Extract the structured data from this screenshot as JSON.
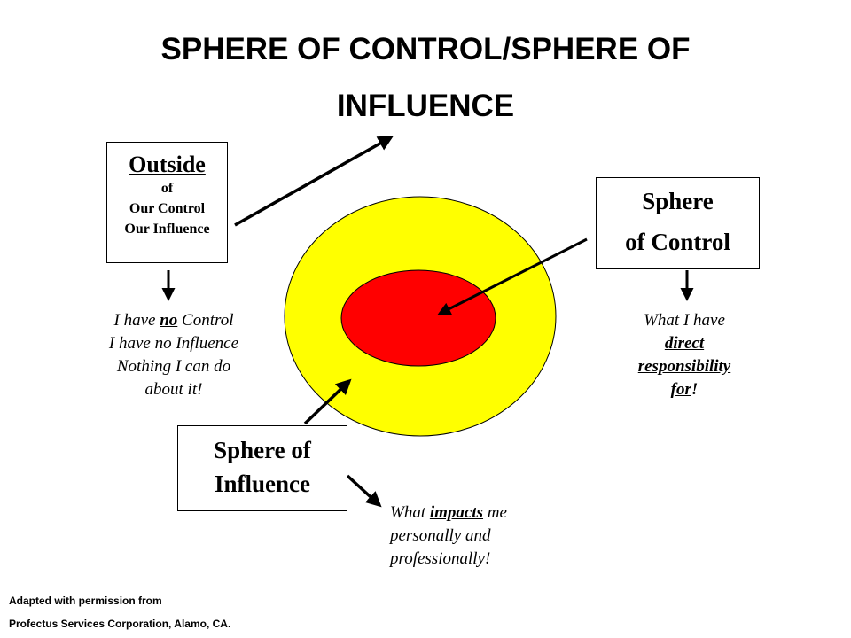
{
  "title": {
    "line1": "SPHERE OF CONTROL/SPHERE OF",
    "line2": "INFLUENCE"
  },
  "colors": {
    "outer_sphere": "#ffff00",
    "inner_sphere": "#ff0000",
    "lines": "#000000"
  },
  "outside_box": {
    "heading": "Outside",
    "line1": "of",
    "line2": "Our Control",
    "line3": "Our Influence"
  },
  "outside_note": {
    "line1_pre": "I have ",
    "line1_emph": "no",
    "line1_post": " Control",
    "line2": "I have no Influence",
    "line3": "Nothing I can do",
    "line4": "about it!"
  },
  "control_box": {
    "line1": "Sphere",
    "line2": "of Control"
  },
  "control_note": {
    "line1": "What I have",
    "line2_emph": "direct",
    "line3_emph": "responsibility",
    "line4_emph": "for",
    "line4_post": "!"
  },
  "influence_box": {
    "line1": "Sphere of",
    "line2": "Influence"
  },
  "influence_note": {
    "line1_pre": "What ",
    "line1_emph": "impacts",
    "line1_post": " me",
    "line2": "personally and",
    "line3": "professionally!"
  },
  "credit": {
    "line1": "Adapted with permission from",
    "line2": "Profectus Services Corporation, Alamo, CA."
  }
}
